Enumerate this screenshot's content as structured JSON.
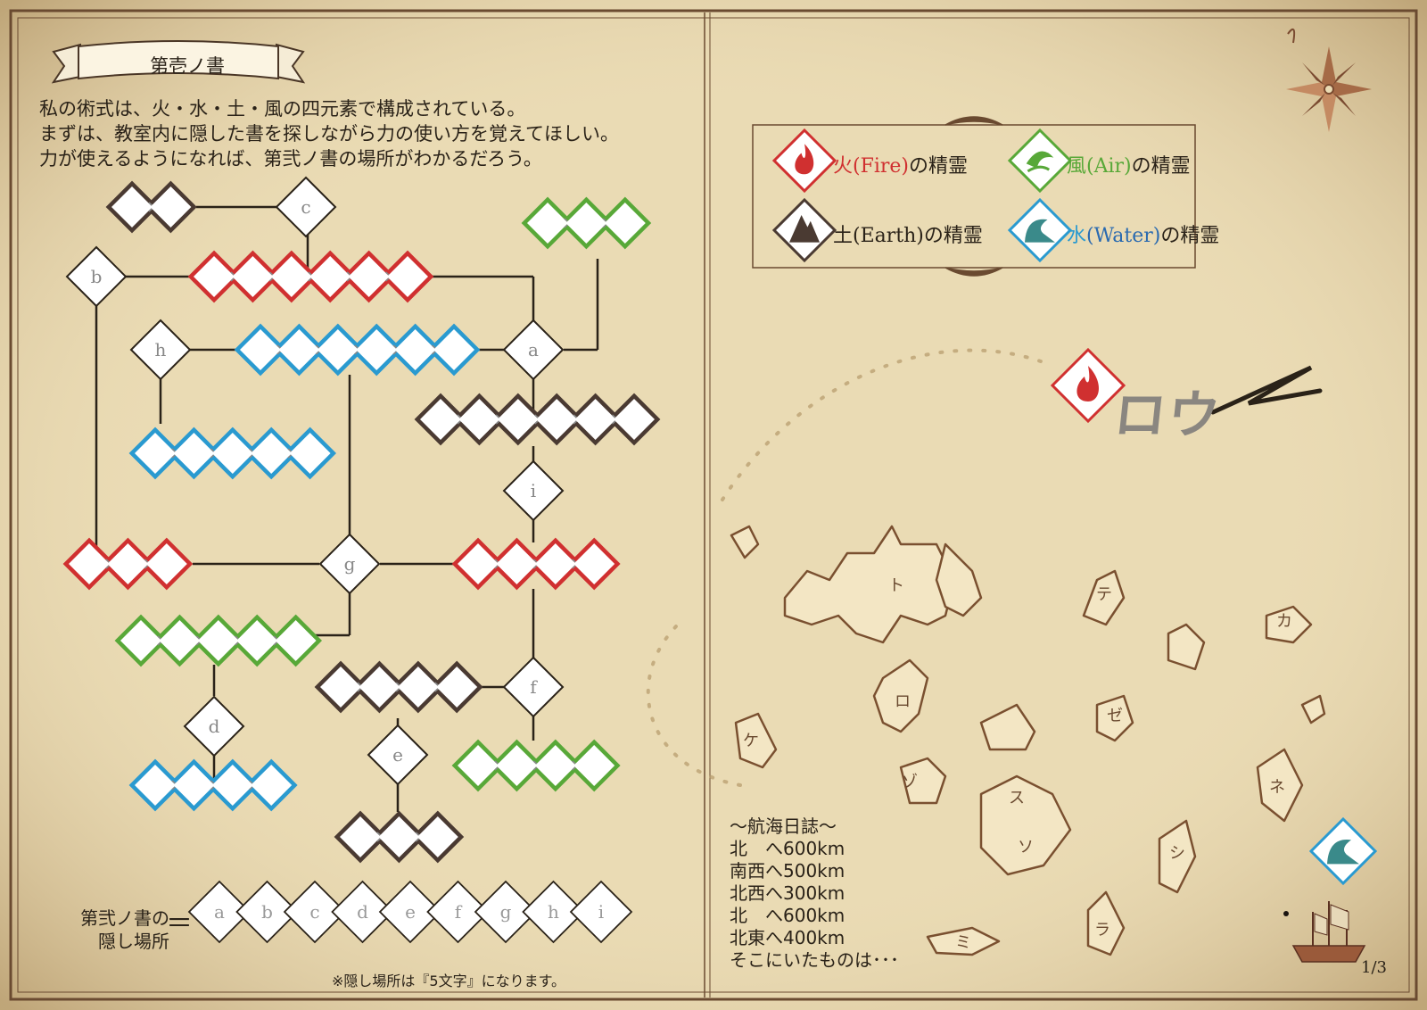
{
  "header": {
    "banner_title": "第壱ノ書"
  },
  "intro": {
    "lines": [
      "私の術式は、火・水・土・風の四元素で構成されている。",
      "まずは、教室内に隠した書を探しながら力の使い方を覚えてほしい。",
      "力が使えるようになれば、第弐ノ書の場所がわかるだろう。"
    ]
  },
  "legend": {
    "items": [
      {
        "element": "fire",
        "jp": "火",
        "en": "(Fire)",
        "suffix": "の精霊",
        "color": "#d03030"
      },
      {
        "element": "air",
        "jp": "風",
        "en": "(Air)",
        "suffix": "の精霊",
        "color": "#58a838"
      },
      {
        "element": "earth",
        "jp": "土",
        "en": "(Earth)",
        "suffix": "の精霊",
        "color": "#4a3a32"
      },
      {
        "element": "water",
        "jp": "水",
        "en": "(Water)",
        "suffix": "の精霊",
        "color": "#2a9ad0"
      }
    ]
  },
  "puzzle": {
    "nodes": [
      "a",
      "b",
      "c",
      "d",
      "e",
      "f",
      "g",
      "h",
      "i"
    ],
    "chains": [
      {
        "id": "earth-top-left",
        "element": "earth",
        "cells": 2
      },
      {
        "id": "fire-top",
        "element": "fire",
        "cells": 6
      },
      {
        "id": "air-top-right",
        "element": "air",
        "cells": 3
      },
      {
        "id": "water-mid",
        "element": "water",
        "cells": 6
      },
      {
        "id": "water-left",
        "element": "water",
        "cells": 5
      },
      {
        "id": "earth-mid",
        "element": "earth",
        "cells": 6
      },
      {
        "id": "fire-left",
        "element": "fire",
        "cells": 3
      },
      {
        "id": "fire-mid",
        "element": "fire",
        "cells": 4
      },
      {
        "id": "air-left",
        "element": "air",
        "cells": 5
      },
      {
        "id": "earth-low",
        "element": "earth",
        "cells": 4
      },
      {
        "id": "air-low",
        "element": "air",
        "cells": 4
      },
      {
        "id": "water-low",
        "element": "water",
        "cells": 4
      },
      {
        "id": "earth-bottom",
        "element": "earth",
        "cells": 3
      }
    ]
  },
  "answer": {
    "label_line1": "第弐ノ書の",
    "label_line2": "隠し場所",
    "equals": "＝",
    "sequence": [
      "a",
      "b",
      "c",
      "d",
      "e",
      "f",
      "g",
      "h",
      "i"
    ],
    "note": "※隠し場所は『5文字』になります。"
  },
  "hero": {
    "name_text": "ロウ"
  },
  "map": {
    "island_labels": [
      "ト",
      "ロ",
      "テ",
      "カ",
      "ゾ",
      "ケ",
      "ス",
      "ソ",
      "シ",
      "ゼ",
      "ネ",
      "ラ",
      "ミ"
    ]
  },
  "logbook": {
    "title": "～航海日誌～",
    "entries": [
      "北　へ600km",
      "南西へ500km",
      "北西へ300km",
      "北　へ600km",
      "北東へ400km",
      "そこにいたものは･･･"
    ]
  },
  "footer": {
    "page_number": "1/3"
  },
  "colors": {
    "parchment": "#eadbb4",
    "ink": "#2a2218",
    "fire": "#d03030",
    "water": "#2a9ad0",
    "air": "#58a838",
    "earth": "#4a3a32"
  }
}
